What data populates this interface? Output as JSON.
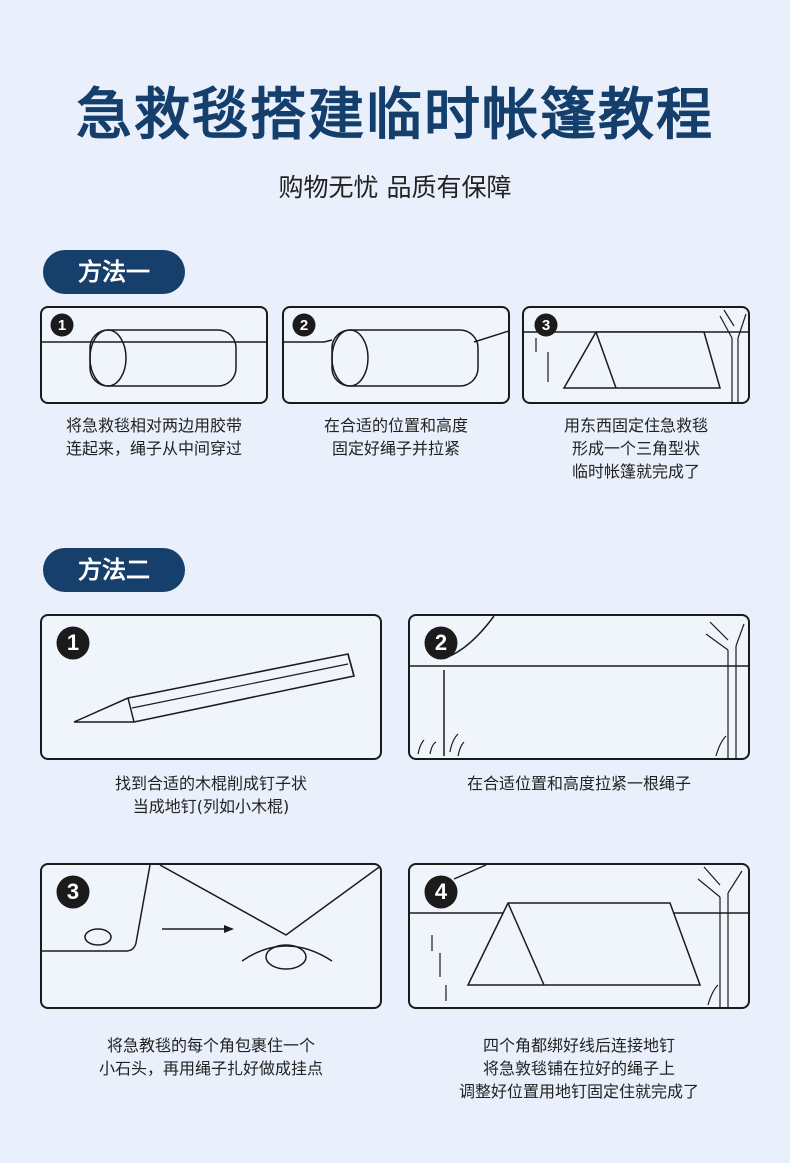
{
  "title": "急救毯搭建临时帐篷教程",
  "subtitle": "购物无忧 品质有保障",
  "method1": {
    "label": "方法一",
    "steps": [
      {
        "num": "1",
        "lines": [
          "将急救毯相对两边用胶带",
          "连起来，绳子从中间穿过"
        ]
      },
      {
        "num": "2",
        "lines": [
          "在合适的位置和高度",
          "固定好绳子并拉紧"
        ]
      },
      {
        "num": "3",
        "lines": [
          "用东西固定住急救毯",
          "形成一个三角型状",
          "临时帐篷就完成了"
        ]
      }
    ]
  },
  "method2": {
    "label": "方法二",
    "steps": [
      {
        "num": "1",
        "lines": [
          "找到合适的木棍削成钉子状",
          "当成地钉(列如小木棍)"
        ]
      },
      {
        "num": "2",
        "lines": [
          "在合适位置和高度拉紧一根绳子"
        ]
      },
      {
        "num": "3",
        "lines": [
          "将急教毯的每个角包裹住一个",
          "小石头，再用绳子扎好做成挂点"
        ]
      },
      {
        "num": "4",
        "lines": [
          "四个角都绑好线后连接地钉",
          "将急敦毯铺在拉好的绳子上",
          "调整好位置用地钉固定住就完成了"
        ]
      }
    ]
  }
}
